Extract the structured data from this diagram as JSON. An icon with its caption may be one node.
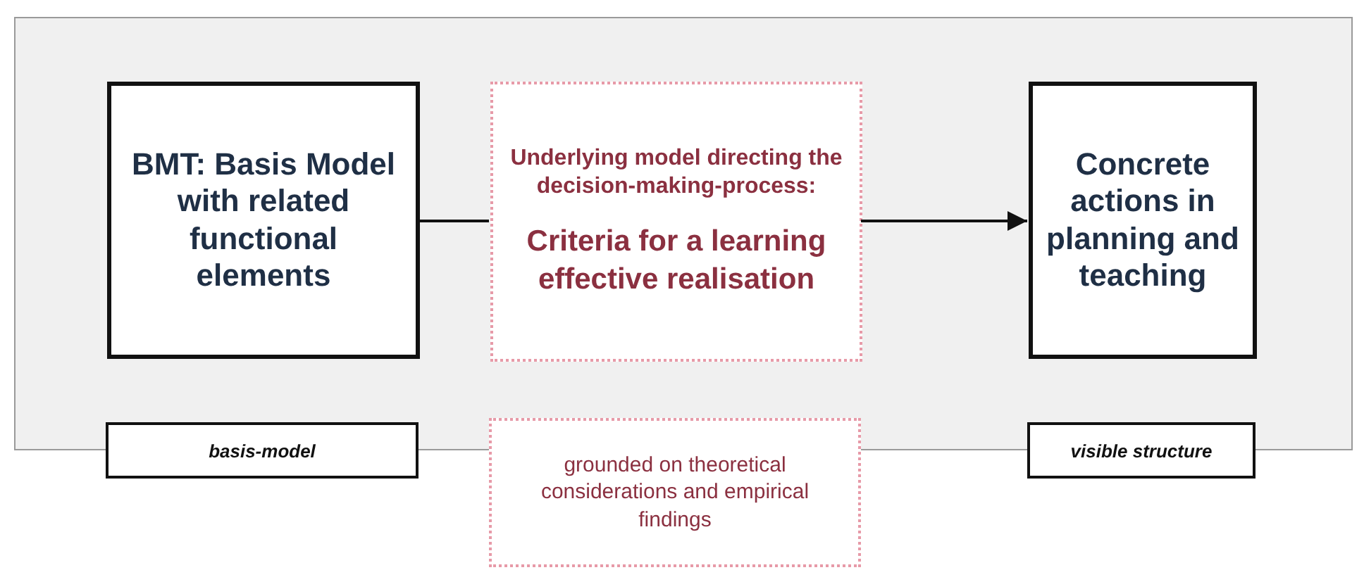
{
  "diagram": {
    "nodes": [
      {
        "text": [],
        "shape": "box"
      },
      {
        "text": [
          "BMT: Basis Model with related functional elements"
        ],
        "in": 0
      },
      {
        "text": [
          "Underlying model directing the decision-making-process:",
          "Criteria for a learning effective realisation"
        ],
        "in": 0
      },
      {
        "text": [
          "Concrete actions in planning and teaching"
        ],
        "in": 0
      },
      {
        "text": [
          "basis-model"
        ]
      },
      {
        "text": [
          "grounded on theoretical considerations and empirical findings"
        ]
      },
      {
        "text": [
          "visible structure"
        ]
      }
    ],
    "edges": [
      {
        "from": 1,
        "to": 2,
        "arrow": "none"
      },
      {
        "from": 2,
        "to": 3,
        "arrow": "to"
      }
    ]
  }
}
